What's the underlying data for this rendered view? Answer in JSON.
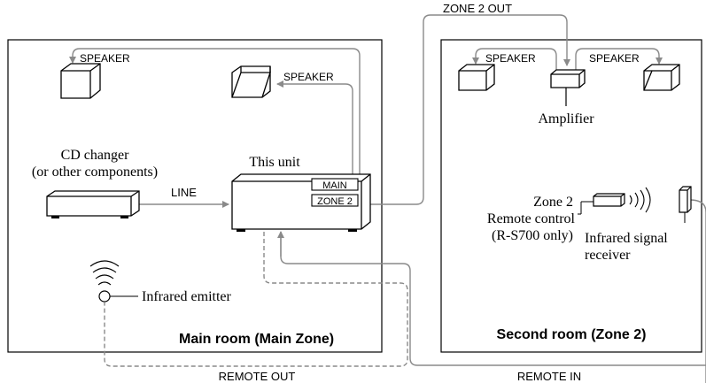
{
  "labels": {
    "zone2_out": "ZONE 2 OUT",
    "speaker_main_left": "SPEAKER",
    "speaker_main_right": "SPEAKER",
    "speaker_zone2_left": "SPEAKER",
    "speaker_zone2_right": "SPEAKER",
    "amplifier": "Amplifier",
    "cd_changer_line1": "CD changer",
    "cd_changer_line2": "(or other components)",
    "line": "LINE",
    "this_unit": "This unit",
    "main_jack": "MAIN",
    "zone2_jack": "ZONE 2",
    "remote_line1": "Zone 2",
    "remote_line2": "Remote control",
    "remote_line3": "(R-S700 only)",
    "receiver_line1": "Infrared signal",
    "receiver_line2": "receiver",
    "infrared_emitter": "Infrared emitter",
    "main_room": "Main room (Main Zone)",
    "second_room": "Second room (Zone 2)",
    "remote_out": "REMOTE OUT",
    "remote_in": "REMOTE IN"
  },
  "colors": {
    "box": "#000000",
    "cable": "#8a8a8a",
    "dashed_cable": "#8a8a8a",
    "device_fill": "#ffffff"
  }
}
